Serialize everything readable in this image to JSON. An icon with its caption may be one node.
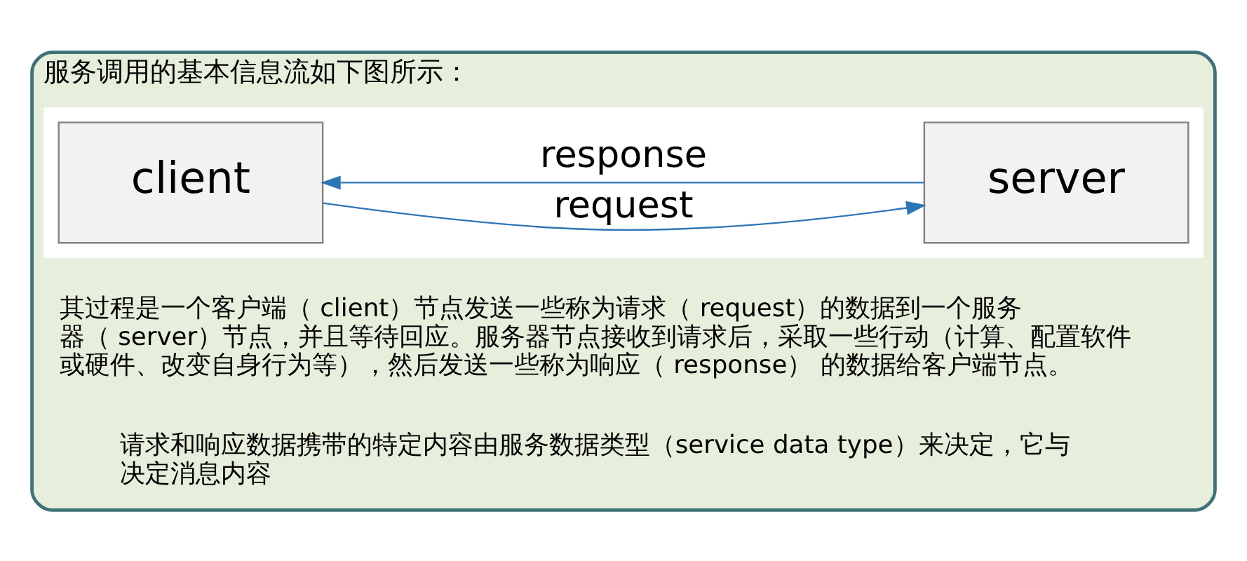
{
  "diagram": {
    "nodes": [
      {
        "text": [
          "服务调用的基本信息流如下图所示："
        ]
      },
      {
        "text": [],
        "shape": "box",
        "in": 0
      },
      {
        "text": [
          "client"
        ],
        "in": 1
      },
      {
        "text": [
          "server"
        ],
        "in": 1
      }
    ],
    "edges": [
      {
        "from": 2,
        "to": 3,
        "arrow": "to",
        "label": "request"
      },
      {
        "from": 3,
        "to": 2,
        "arrow": "to",
        "label": "response"
      }
    ],
    "labels": [
      "其过程是一个客户端（ client）节点发送一些称为请求（ request）的数据到一个服务器（ server）节点，并且等待回应。服务器节点接收到请求后，采取一些行动（计算、配置软件或硬件、改变自身行为等），然后发送一些称为响应（ response） 的数据给客户端节点。",
      "请求和响应数据携带的特定内容由服务数据类型（service data type）来决定，它与决定消息内容"
    ]
  }
}
